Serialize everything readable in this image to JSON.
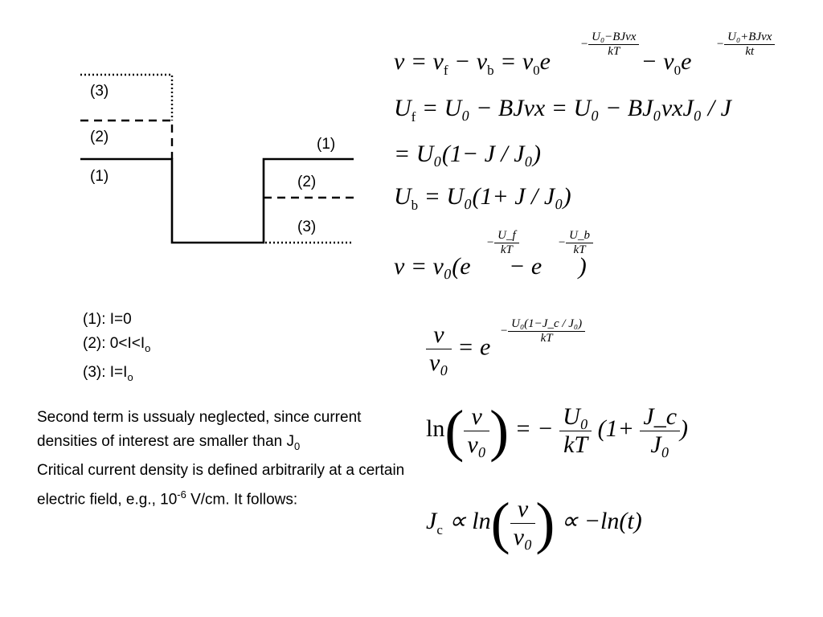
{
  "diagram": {
    "labels_left": [
      "(3)",
      "(2)",
      "(1)"
    ],
    "labels_right": [
      "(1)",
      "(2)",
      "(3)"
    ]
  },
  "legend": {
    "item1": "(1): I=0",
    "item2_main": "(2): 0<I<I",
    "item2_sub": "o",
    "item3_main": "(3): I=I",
    "item3_sub": "o"
  },
  "paragraph": {
    "line1": "Second term is ussualy neglected, since current densities of interest are smaller than J",
    "line1_sub": "0",
    "line2_pre": "Critical current density is defined arbitrarily at a certain electric field, e.g., 10",
    "line2_sup": "-6",
    "line2_post": " V/cm. It follows:"
  },
  "equations": {
    "eq1_lhs": "ν = ν",
    "eq1_sub_f": "f",
    "eq1_minus": "− ν",
    "eq1_sub_b": "b",
    "eq1_mid": "= ν",
    "eq1_sub_0a": "0",
    "eq1_e": "e",
    "eq1_exp1_num": "U₀−BJvx",
    "eq1_exp1_den": "kT",
    "eq1_minus2": "− ν",
    "eq1_sub_0b": "0",
    "eq1_e2": "e",
    "eq1_exp2_num": "U₀+BJvx",
    "eq1_exp2_den": "kt",
    "eq2": "U",
    "eq2_sub": "f",
    "eq2_rest": "= U₀ − BJvx = U₀ − BJ₀vxJ₀ / J",
    "eq3": "= U₀(1− J / J₀)",
    "eq4": "U",
    "eq4_sub": "b",
    "eq4_rest": "= U₀(1+ J / J₀)",
    "eq5_lhs": "ν = ν₀(e",
    "eq5_exp1_num": "U_f",
    "eq5_exp1_den": "kT",
    "eq5_mid": "− e",
    "eq5_exp2_num": "U_b",
    "eq5_exp2_den": "kT",
    "eq5_close": ")",
    "eq6_num": "ν",
    "eq6_den": "ν₀",
    "eq6_rhs": "= e",
    "eq6_exp_num": "U₀(1−J_c / J₀)",
    "eq6_exp_den": "kT",
    "eq7_ln": "ln",
    "eq7_num": "ν",
    "eq7_den": "ν₀",
    "eq7_eq": "= −",
    "eq7_frac_num": "U₀",
    "eq7_frac_den": "kT",
    "eq7_paren": "(1+",
    "eq7_frac2_num": "J_c",
    "eq7_frac2_den": "J₀",
    "eq7_close": ")",
    "eq8_lhs": "J",
    "eq8_sub": "c",
    "eq8_prop": "∝ ln",
    "eq8_num": "ν",
    "eq8_den": "ν₀",
    "eq8_rhs": "∝ −ln(t)"
  }
}
